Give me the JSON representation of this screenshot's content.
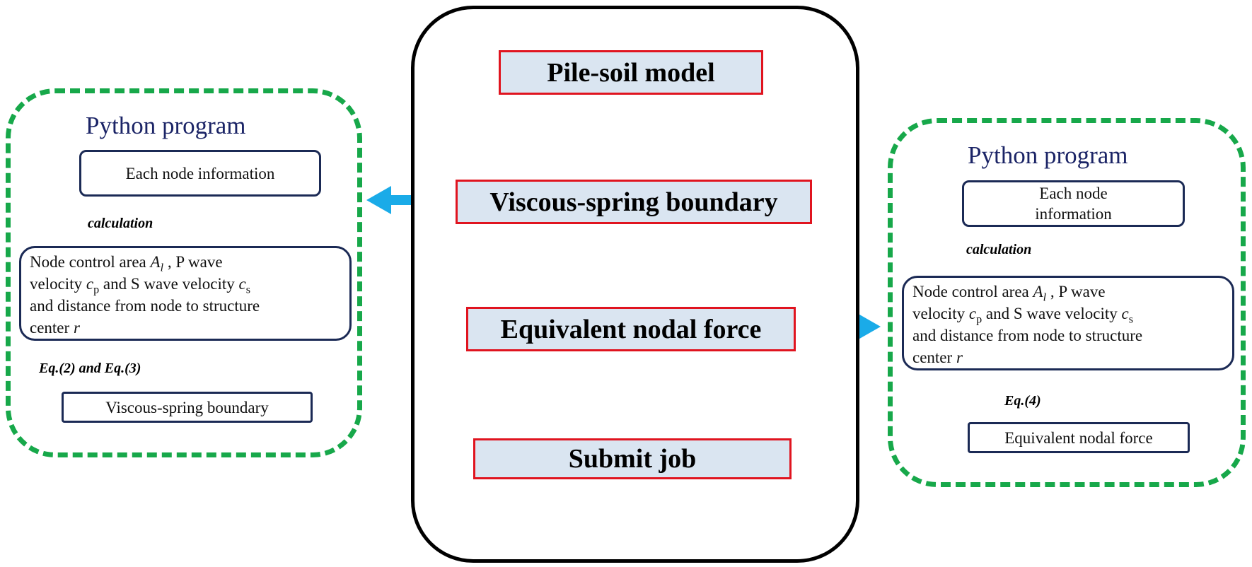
{
  "center": {
    "steps": [
      "Pile-soil model",
      "Viscous-spring boundary",
      "Equivalent nodal force",
      "Submit job"
    ]
  },
  "left_panel": {
    "title": "Python program",
    "node_info": "Each node information",
    "calc_label": "calculation",
    "detail": {
      "line1": "Node control area",
      "area_symbol": "A",
      "area_sub": "l",
      "line1_tail": ", P wave",
      "line2": "velocity",
      "cp_symbol": "c",
      "cp_sub": "p",
      "line2_mid": "and S wave velocity",
      "cs_symbol": "c",
      "cs_sub": "s",
      "line3": "and distance from node to structure",
      "line4": "center",
      "r_symbol": "r"
    },
    "eq_label": "Eq.(2) and Eq.(3)",
    "result": "Viscous-spring boundary"
  },
  "right_panel": {
    "title": "Python program",
    "node_info_line1": "Each node",
    "node_info_line2": "information",
    "calc_label": "calculation",
    "detail": {
      "line1": "Node control area",
      "area_symbol": "A",
      "area_sub": "l",
      "line1_tail": ", P wave",
      "line2": "velocity",
      "cp_symbol": "c",
      "cp_sub": "p",
      "line2_mid": "and S wave velocity",
      "cs_symbol": "c",
      "cs_sub": "s",
      "line3": "and distance from node to structure",
      "line4": "center",
      "r_symbol": "r"
    },
    "eq_label": "Eq.(4)",
    "result": "Equivalent nodal force"
  },
  "colors": {
    "blue_arrow": "#1aabe8",
    "orange_arrow": "#f7b718",
    "green_dash": "#17a84a",
    "red_border": "#e0141f",
    "box_fill": "#dae5f1",
    "navy": "#1b2466"
  }
}
